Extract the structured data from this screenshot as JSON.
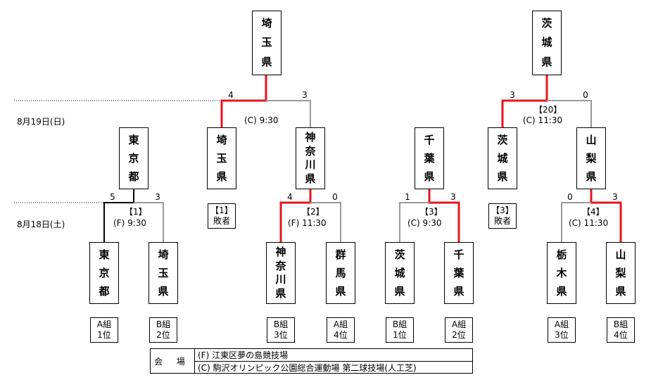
{
  "dates": {
    "day19": "8月19日(日)",
    "day18": "8月18日(土)"
  },
  "finals": [
    {
      "top": [
        "埼",
        "玉",
        "県"
      ],
      "left": [
        "埼",
        "玉",
        "県"
      ],
      "right": [
        "神",
        "奈",
        "川",
        "県"
      ],
      "left_score": "4",
      "right_score": "3",
      "match": "",
      "time": "(C)  9:30"
    },
    {
      "top": [
        "茨",
        "城",
        "県"
      ],
      "left": [
        "茨",
        "城",
        "県"
      ],
      "right": [
        "山",
        "梨",
        "県"
      ],
      "left_score": "3",
      "right_score": "0",
      "match": "【20】",
      "time": "(C)  11:30"
    }
  ],
  "standalone": {
    "name": [
      "千",
      "葉",
      "県"
    ]
  },
  "semis": [
    {
      "winner": [
        "東",
        "京",
        "都"
      ],
      "match": "【1】",
      "time": "(F)  9:30",
      "left_score": "5",
      "right_score": "3",
      "left": [
        "東",
        "京",
        "都"
      ],
      "right": [
        "埼",
        "玉",
        "県"
      ],
      "left_rank": [
        "A組",
        "1位"
      ],
      "right_rank": [
        "B組",
        "2位"
      ]
    },
    {
      "winner": [
        "神",
        "奈",
        "川",
        "県"
      ],
      "match": "【2】",
      "time": "(F)  11:30",
      "left_score": "4",
      "right_score": "0",
      "left": [
        "神",
        "奈",
        "川",
        "県"
      ],
      "right": [
        "群",
        "馬",
        "県"
      ],
      "left_rank": [
        "B組",
        "3位"
      ],
      "right_rank": [
        "A組",
        "4位"
      ]
    },
    {
      "winner": [
        "千",
        "葉",
        "県"
      ],
      "match": "【3】",
      "time": "(C)  9:30",
      "left_score": "1",
      "right_score": "3",
      "left": [
        "茨",
        "城",
        "県"
      ],
      "right": [
        "千",
        "葉",
        "県"
      ],
      "left_rank": [
        "B組",
        "1位"
      ],
      "right_rank": [
        "A組",
        "2位"
      ]
    },
    {
      "winner": [
        "山",
        "梨",
        "県"
      ],
      "match": "【4】",
      "time": "(C)  11:30",
      "left_score": "0",
      "right_score": "3",
      "left": [
        "栃",
        "木",
        "県"
      ],
      "right": [
        "山",
        "梨",
        "県"
      ],
      "left_rank": [
        "A組",
        "3位"
      ],
      "right_rank": [
        "B組",
        "4位"
      ]
    }
  ],
  "losers": [
    {
      "match": "【1】",
      "label": "敗者"
    },
    {
      "match": "【3】",
      "label": "敗者"
    }
  ],
  "venue": {
    "heading": "会 場",
    "f": "(F)  江東区夢の島競技場",
    "c": "(C)  駒沢オリンピック公園総合運動場  第二球技場(人工芝)"
  },
  "colors": {
    "winner_line": "#e8141c",
    "loser_line": "#999999",
    "dotted": "#000000"
  }
}
